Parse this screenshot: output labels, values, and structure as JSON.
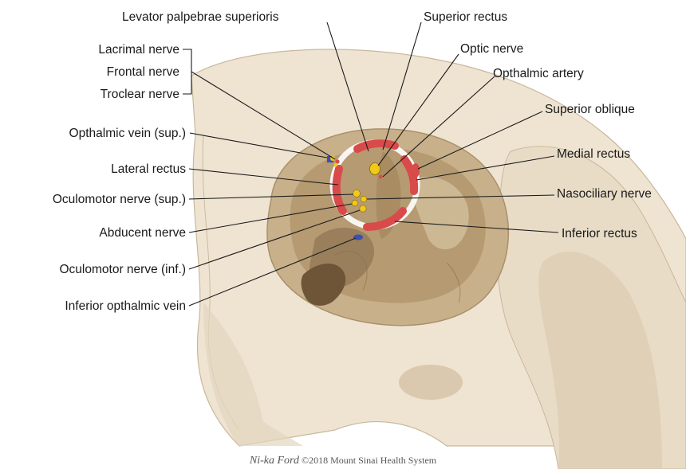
{
  "labels": {
    "levator": "Levator palpebrae superioris",
    "superior_rectus": "Superior rectus",
    "optic_nerve": "Optic nerve",
    "opthalmic_artery": "Opthalmic artery",
    "superior_oblique": "Superior oblique",
    "medial_rectus": "Medial rectus",
    "nasociliary_nerve": "Nasociliary nerve",
    "inferior_rectus": "Inferior rectus",
    "lacrimal_nerve": "Lacrimal nerve",
    "frontal_nerve": "Frontal nerve",
    "troclear_nerve": "Troclear nerve",
    "opthalmic_vein_sup": "Opthalmic vein (sup.)",
    "lateral_rectus": "Lateral rectus",
    "oculomotor_sup": "Oculomotor nerve (sup.)",
    "abducent_nerve": "Abducent nerve",
    "oculomotor_inf": "Oculomotor nerve (inf.)",
    "inferior_opthalmic_vein": "Inferior opthalmic vein"
  },
  "credit": {
    "artist": "Ni-ka Ford",
    "notice": " ©2018 Mount Sinai Health System"
  },
  "colors": {
    "bone": "#f0e6d6",
    "bone_shadow": "#d9c9ae",
    "orbit_wall": "#c9b492",
    "orbit_deep": "#8c7150",
    "muscle": "#d94a4a",
    "nerve": "#f2c81a",
    "vein": "#3a4fb8",
    "ring": "#ffffff"
  }
}
